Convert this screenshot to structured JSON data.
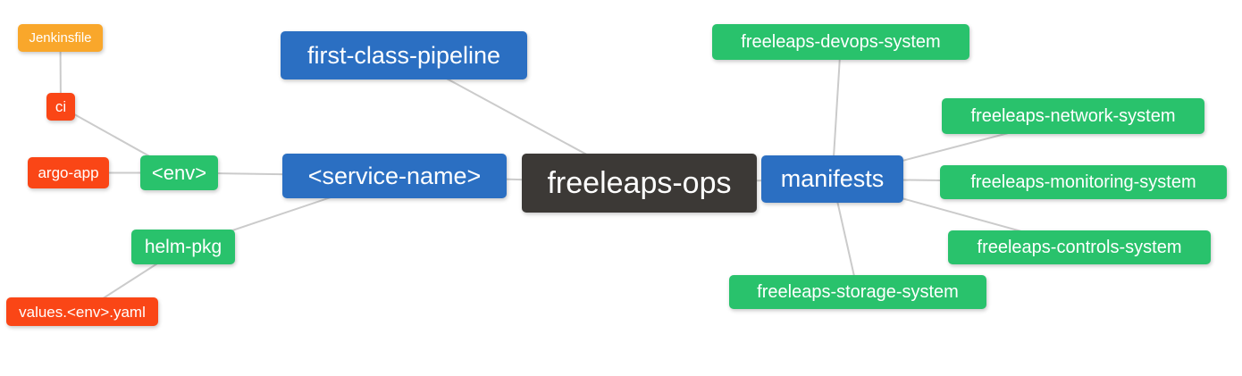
{
  "palette": {
    "blue": "#2B6FC2",
    "green": "#29C26C",
    "orange": "#F9A72B",
    "red": "#FA4616",
    "dark": "#3C3936",
    "edge": "#CBCBCB",
    "node_text": "#FFFFFF",
    "background": "#FFFFFF"
  },
  "nodes": {
    "jenkinsfile": {
      "label": "Jenkinsfile",
      "color": "orange"
    },
    "ci": {
      "label": "ci",
      "color": "red"
    },
    "argo_app": {
      "label": "argo-app",
      "color": "red"
    },
    "env": {
      "label": "<env>",
      "color": "green"
    },
    "helm_pkg": {
      "label": "helm-pkg",
      "color": "green"
    },
    "values_env_yaml": {
      "label": "values.<env>.yaml",
      "color": "red"
    },
    "first_class_pipeline": {
      "label": "first-class-pipeline",
      "color": "blue"
    },
    "service_name": {
      "label": "<service-name>",
      "color": "blue"
    },
    "freeleaps_ops": {
      "label": "freeleaps-ops",
      "color": "dark"
    },
    "manifests": {
      "label": "manifests",
      "color": "blue"
    },
    "devops_system": {
      "label": "freeleaps-devops-system",
      "color": "green"
    },
    "network_system": {
      "label": "freeleaps-network-system",
      "color": "green"
    },
    "monitoring_system": {
      "label": "freeleaps-monitoring-system",
      "color": "green"
    },
    "controls_system": {
      "label": "freeleaps-controls-system",
      "color": "green"
    },
    "storage_system": {
      "label": "freeleaps-storage-system",
      "color": "green"
    }
  },
  "edges": [
    [
      "jenkinsfile",
      "ci"
    ],
    [
      "ci",
      "env"
    ],
    [
      "argo_app",
      "env"
    ],
    [
      "env",
      "service_name"
    ],
    [
      "helm_pkg",
      "service_name"
    ],
    [
      "values_env_yaml",
      "helm_pkg"
    ],
    [
      "first_class_pipeline",
      "freeleaps_ops"
    ],
    [
      "service_name",
      "freeleaps_ops"
    ],
    [
      "freeleaps_ops",
      "manifests"
    ],
    [
      "manifests",
      "devops_system"
    ],
    [
      "manifests",
      "network_system"
    ],
    [
      "manifests",
      "monitoring_system"
    ],
    [
      "manifests",
      "controls_system"
    ],
    [
      "manifests",
      "storage_system"
    ]
  ]
}
